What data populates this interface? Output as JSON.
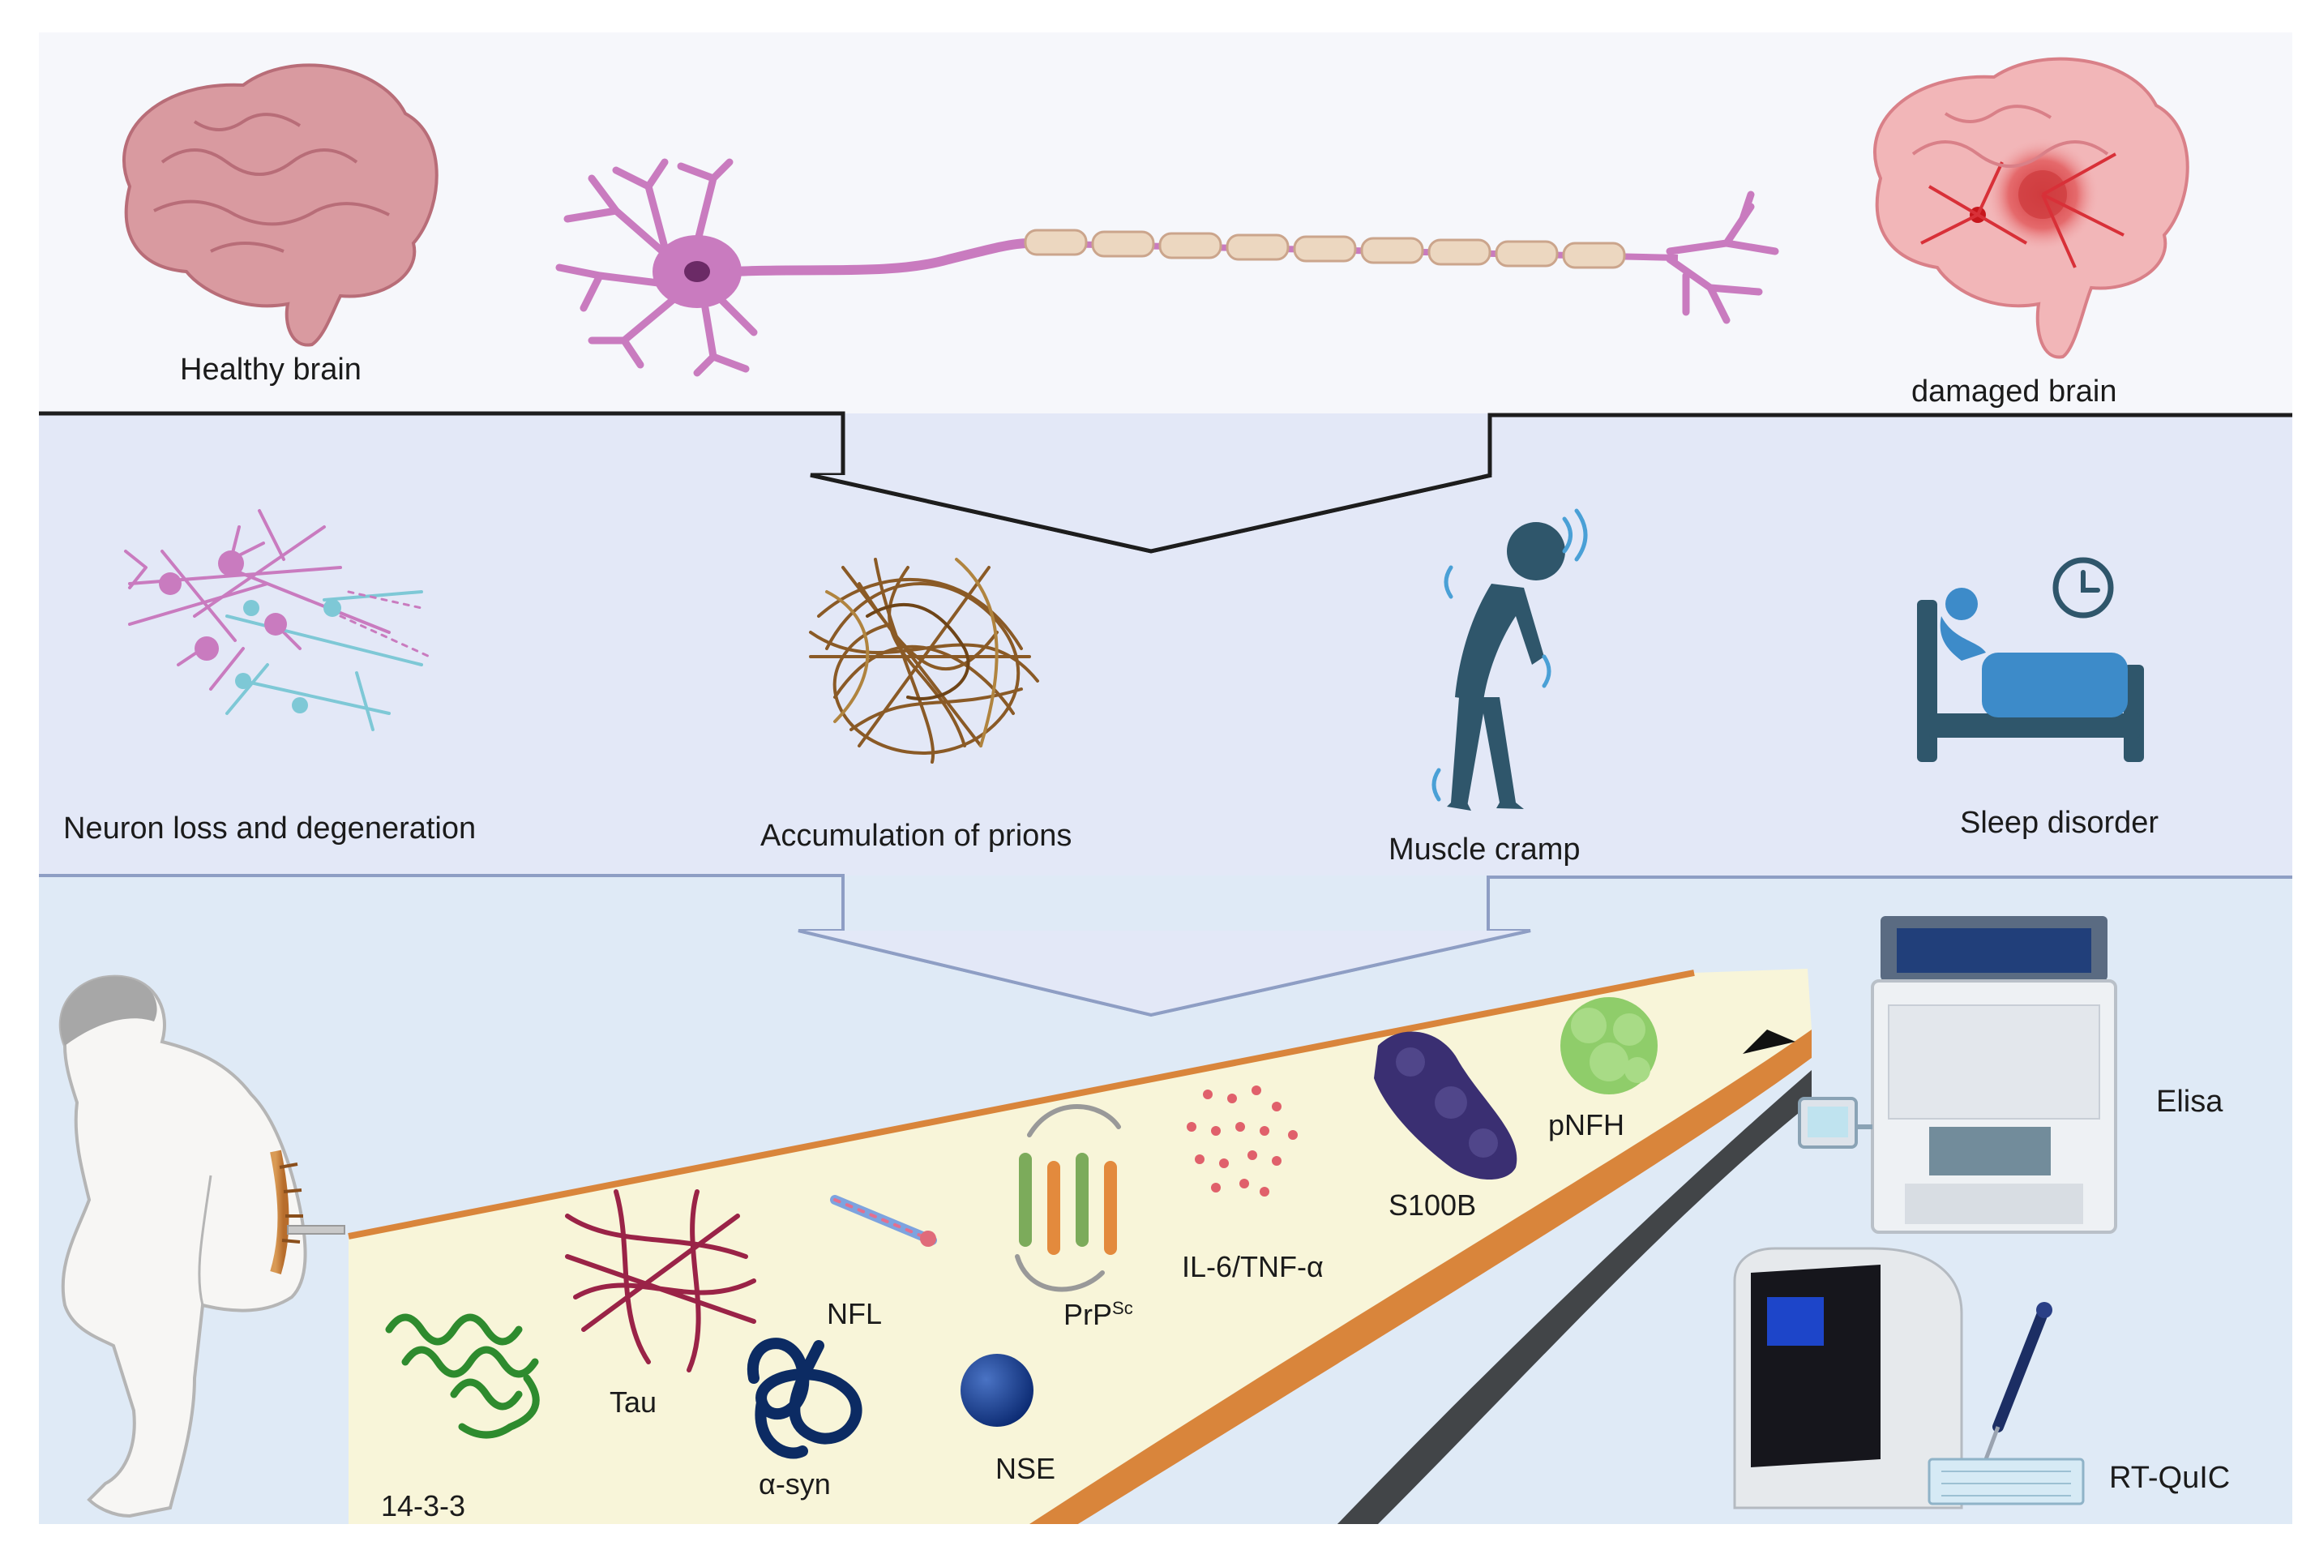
{
  "figure": {
    "top_panel": {
      "healthy_brain_label": "Healthy brain",
      "damaged_brain_label": "damaged brain"
    },
    "middle_panel": {
      "symptoms": [
        "Neuron loss and degeneration",
        "Accumulation of  prions",
        "Muscle cramp",
        "Sleep disorder"
      ]
    },
    "bottom_panel": {
      "biomarkers": {
        "b1433": "14-3-3",
        "tau": "Tau",
        "asyn": "α-syn",
        "nfl": "NFL",
        "nse": "NSE",
        "prp_base": "PrP",
        "prp_sup": "Sc",
        "il6": "IL-6/TNF-α",
        "s100b": "S100B",
        "pnfh": "pNFH"
      },
      "methods": {
        "elisa": "Elisa",
        "rtquic": "RT-QuIC"
      }
    },
    "colors": {
      "panel_top": "#f6f7fb",
      "panel_mid": "#e3e8f7",
      "panel_bottom": "#dfeaf6",
      "csf": "#f8f5d9",
      "orange_band": "#d9853b",
      "brain_healthy": "#d99aa0",
      "brain_damaged": "#f2b6b8",
      "neuron": "#c97bbf",
      "figure_dark": "#2f566b",
      "bed_blue": "#3d8bc9"
    }
  }
}
